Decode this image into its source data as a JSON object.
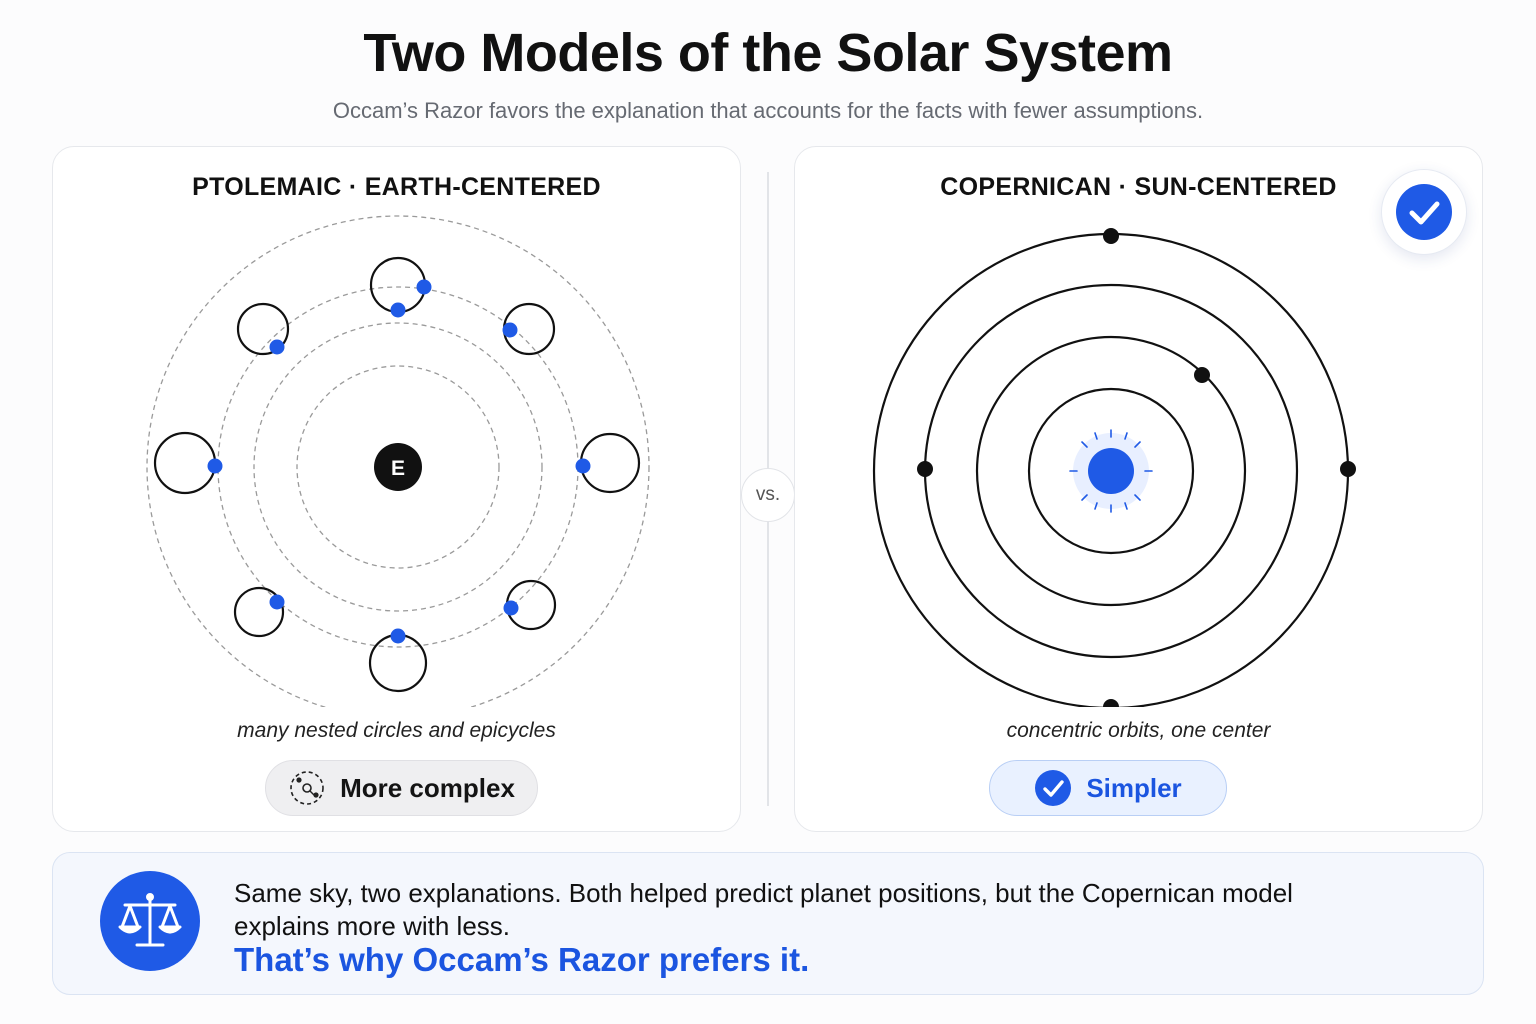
{
  "header": {
    "title": "Two Models of the Solar System",
    "subtitle": "Occam’s Razor favors the explanation that accounts for the facts with fewer assumptions."
  },
  "ptolemaic": {
    "title": "PTOLEMAIC · EARTH-CENTERED",
    "center_label": "E",
    "caption": "many nested circles and epicycles",
    "badge_label": "More complex",
    "badge_icon": "complex-orbit-icon"
  },
  "copernican": {
    "title": "COPERNICAN · SUN-CENTERED",
    "caption": "concentric orbits, one center",
    "badge_label": "Simpler",
    "badge_icon": "check-icon"
  },
  "divider": {
    "label": "vs."
  },
  "footer": {
    "icon": "balance-scale-icon",
    "text": "Same sky, two explanations. Both helped predict planet positions, but the Copernican model explains more with less.",
    "highlight": "That’s why Occam’s Razor prefers it."
  },
  "colors": {
    "accent": "#1f5ae6",
    "planet_dark": "#111111",
    "orbit_dashed": "#9a9a9a"
  }
}
